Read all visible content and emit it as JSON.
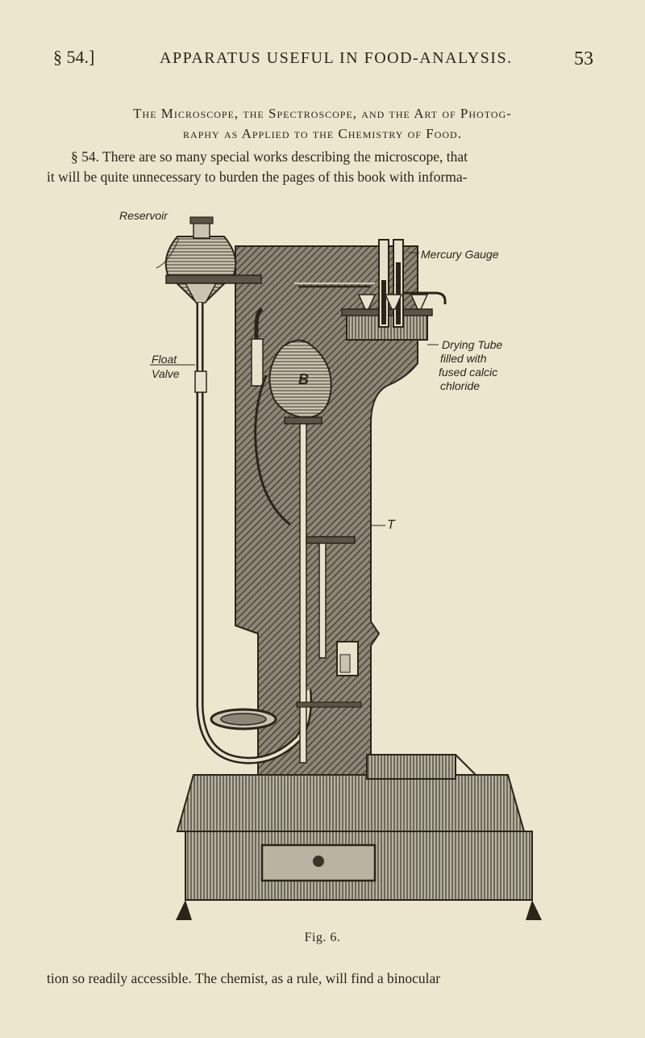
{
  "running_head": {
    "section": "§ 54.]",
    "title": "APPARATUS USEFUL IN FOOD-ANALYSIS.",
    "page_number": "53"
  },
  "heading": {
    "line1": "The Microscope, the Spectroscope, and the Art of Photog-",
    "line2": "raphy as Applied to the Chemistry of Food."
  },
  "paragraph": {
    "line1": "§ 54. There are so many special works describing the microscope, that",
    "line2": "it will be quite unnecessary to burden the pages of this book with informa-"
  },
  "figure": {
    "labels": {
      "reservoir": "Reservoir",
      "mercury_gauge": "Mercury Gauge",
      "float": "Float",
      "valve": "Valve",
      "drying_tube_1": "Drying Tube",
      "drying_tube_2": "filled with",
      "drying_tube_3": "fused calcic",
      "drying_tube_4": "chloride",
      "b": "B",
      "t": "T"
    },
    "caption": "Fig. 6."
  },
  "continuation": "tion so readily accessible. The chemist, as a rule, will find a binocular",
  "colors": {
    "paper": "#ece6cf",
    "ink": "#2b2418",
    "shade": "#6e6a5a"
  }
}
